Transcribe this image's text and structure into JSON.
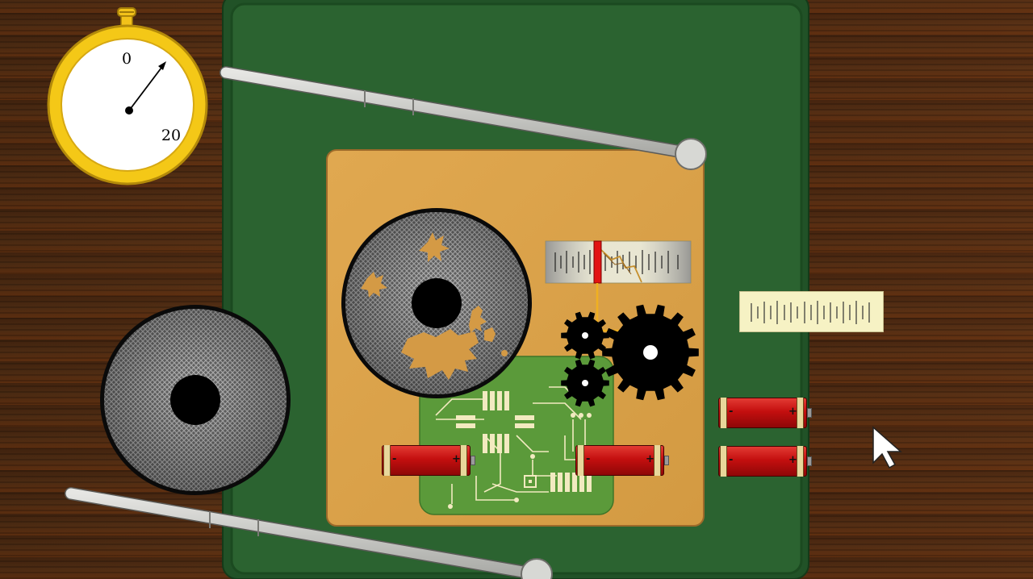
{
  "game": {
    "stopwatch": {
      "top_label": "0",
      "bottom_label": "20",
      "case_color": "#f2c21a"
    },
    "board": {
      "frame_color": "#2b6330",
      "panel_color": "#dca24a",
      "pcb_color": "#5b9a3a"
    },
    "battery": {
      "minus_label": "-",
      "plus_label": "+",
      "body_color": "#c41010"
    },
    "reels": {
      "label": "tape reel"
    }
  }
}
